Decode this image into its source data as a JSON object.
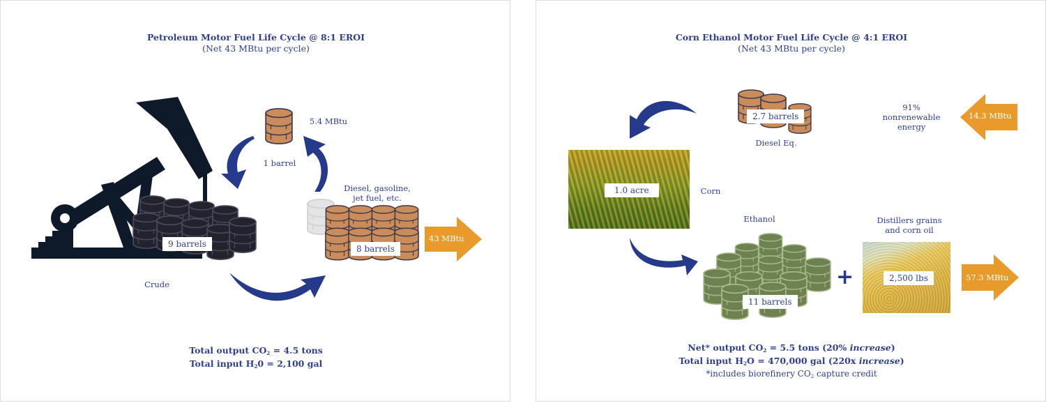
{
  "colors": {
    "text": "#2e3f8f",
    "curve_arrow": "#253a8a",
    "energy_arrow": "#e89a2a",
    "barrel_brown": "#c98c5a",
    "barrel_outline": "#3f3a4a",
    "barrel_crude": "#23232e",
    "barrel_ethanol": "#6e8150",
    "barrel_ghost": "#e4e4e6",
    "pump_jack": "#0e1a2a",
    "panel_border": "#dcdcdc"
  },
  "petroleum": {
    "title": "Petroleum Motor Fuel Life Cycle @ 8:1 EROI",
    "subtitle": "(Net 43 MBtu per cycle)",
    "input_barrel_label": "1 barrel",
    "input_energy_label": "5.4 MBtu",
    "crude_tag": "9 barrels",
    "crude_label": "Crude",
    "products_label_line1": "Diesel, gasoline,",
    "products_label_line2": "jet fuel, etc.",
    "products_tag": "8 barrels",
    "output_arrow_label": "43 MBtu",
    "footer": {
      "line1_prefix": "Total output CO",
      "line1_sub": "2",
      "line1_suffix": " = 4.5 tons",
      "line2_prefix": "Total input H",
      "line2_sub": "2",
      "line2_suffix": "0 = 2,100 gal"
    }
  },
  "ethanol": {
    "title": "Corn Ethanol Motor Fuel Life Cycle @ 4:1 EROI",
    "subtitle": "(Net 43 MBtu per cycle)",
    "diesel_tag": "2.7 barrels",
    "diesel_label": "Diesel Eq.",
    "nonrenewable_line1": "91%",
    "nonrenewable_line2": "nonrenewable",
    "nonrenewable_line3": "energy",
    "input_arrow_label": "14.3 MBtu",
    "corn_tag": "1.0 acre",
    "corn_label": "Corn",
    "ethanol_label": "Ethanol",
    "ethanol_tag": "11 barrels",
    "plus_sign": "+",
    "coproducts_line1": "Distillers grains",
    "coproducts_line2": "and corn oil",
    "coproducts_tag": "2,500 lbs",
    "output_arrow_label": "57.3 MBtu",
    "footer": {
      "line1_prefix": "Net* output CO",
      "line1_sub": "2",
      "line1_mid": " = 5.5 tons (20% ",
      "line1_italic": "increase",
      "line1_suffix": ")",
      "line2_prefix": "Total input H",
      "line2_sub": "2",
      "line2_mid": "O = 470,000 gal (220x ",
      "line2_italic": "increase",
      "line2_suffix": ")",
      "line3_prefix": "*includes biorefinery CO",
      "line3_sub": "2",
      "line3_suffix": " capture credit"
    }
  }
}
